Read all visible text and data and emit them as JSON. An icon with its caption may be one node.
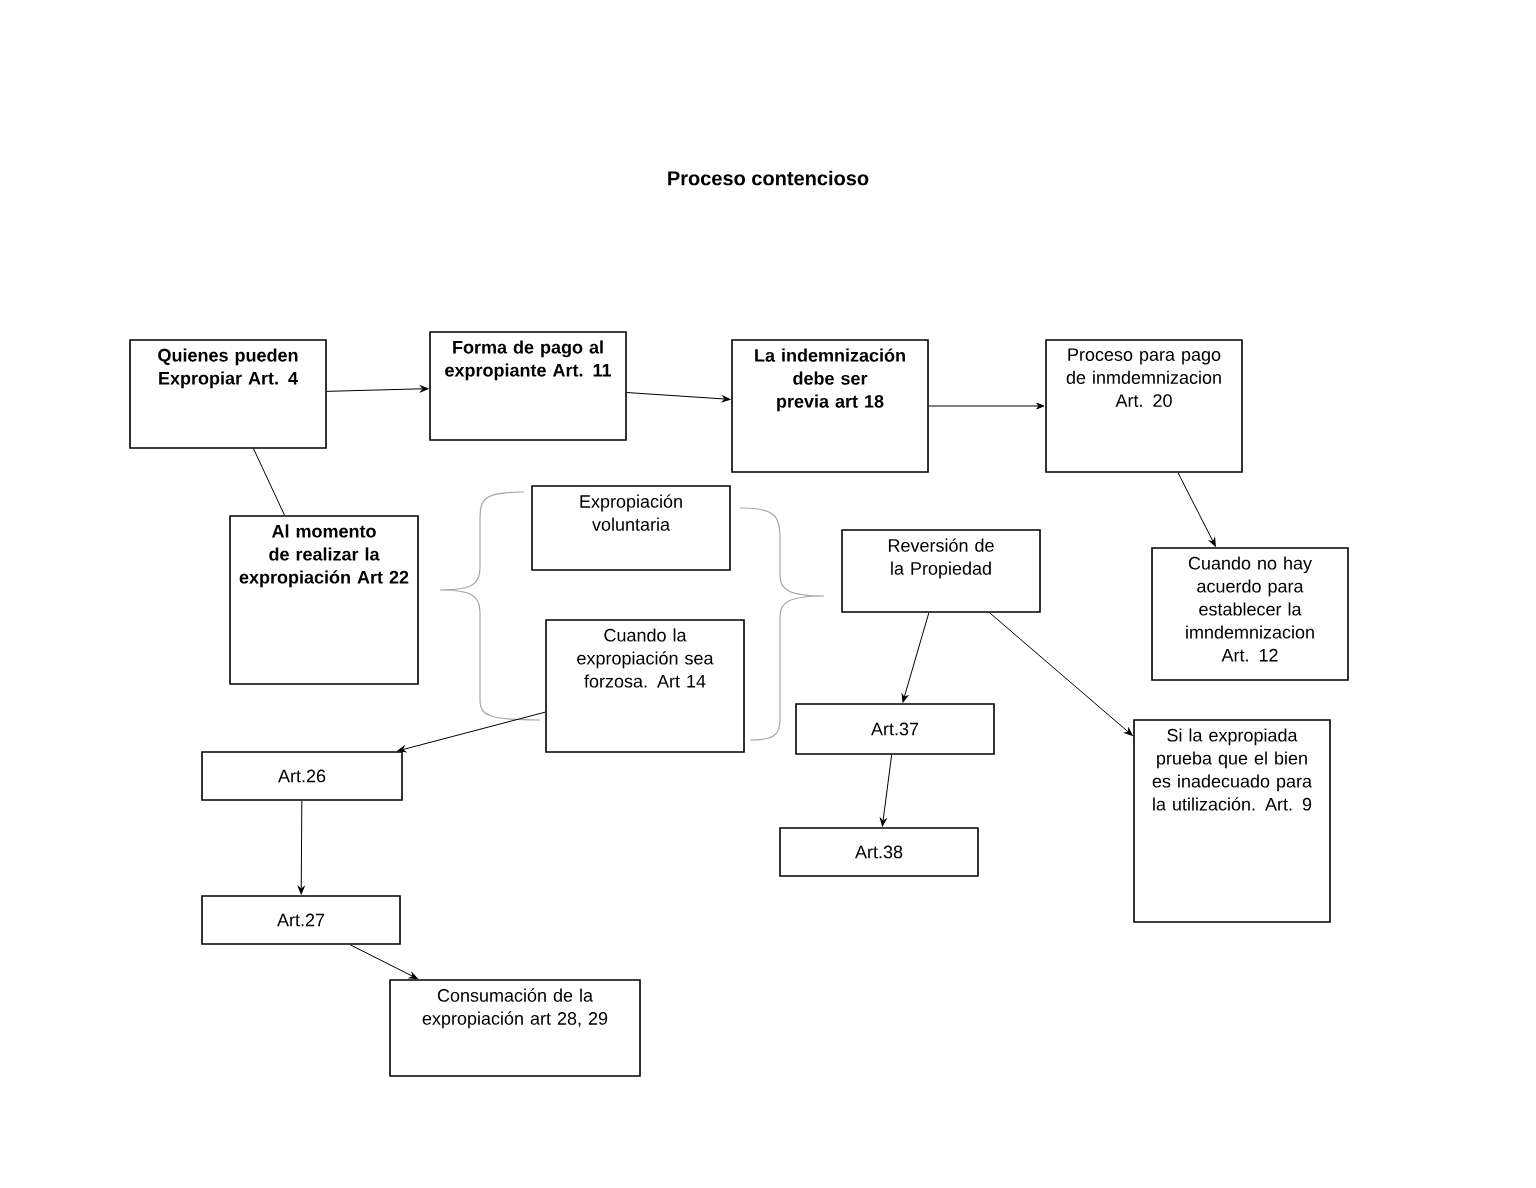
{
  "diagram": {
    "title": "Proceso contencioso",
    "nodes": [
      {
        "text": [
          "Quienes pueden Expropiar Art. 4"
        ]
      },
      {
        "text": [
          "Forma de pago al expropiante Art. 11"
        ]
      },
      {
        "text": [
          "La indemnización debe ser previa art 18"
        ]
      },
      {
        "text": [
          "Proceso para pago de inmdemnizacion Art. 20"
        ]
      },
      {
        "text": [
          "Al momento de realizar la expropiación Art 22"
        ]
      },
      {
        "text": [
          "Expropiación voluntaria"
        ]
      },
      {
        "text": [
          "Cuando la expropiación sea forzosa. Art 14"
        ]
      },
      {
        "text": [
          "Reversión de la Propiedad"
        ]
      },
      {
        "text": [
          "Cuando no hay acuerdo para establecer la imndemnizacion Art. 12"
        ]
      },
      {
        "text": [
          "Art.26"
        ]
      },
      {
        "text": [
          "Art.37"
        ]
      },
      {
        "text": [
          "Si la expropiada prueba que el bien es inadecuado para la utilización. Art. 9"
        ]
      },
      {
        "text": [
          "Art.38"
        ]
      },
      {
        "text": [
          "Art.27"
        ]
      },
      {
        "text": [
          "Consumación de la expropiación art 28, 29"
        ]
      }
    ],
    "edges": [
      {
        "from": 0,
        "to": 1,
        "arrow": "to"
      },
      {
        "from": 1,
        "to": 2,
        "arrow": "to"
      },
      {
        "from": 2,
        "to": 3,
        "arrow": "to"
      },
      {
        "from": 0,
        "to": 4,
        "arrow": "none"
      },
      {
        "from": 3,
        "to": 8,
        "arrow": "to"
      },
      {
        "from": 7,
        "to": 10,
        "arrow": "to"
      },
      {
        "from": 7,
        "to": 11,
        "arrow": "to"
      },
      {
        "from": 10,
        "to": 12,
        "arrow": "to"
      },
      {
        "from": 6,
        "to": 9,
        "arrow": "to"
      },
      {
        "from": 9,
        "to": 13,
        "arrow": "to"
      },
      {
        "from": 13,
        "to": 14,
        "arrow": "to"
      }
    ]
  }
}
